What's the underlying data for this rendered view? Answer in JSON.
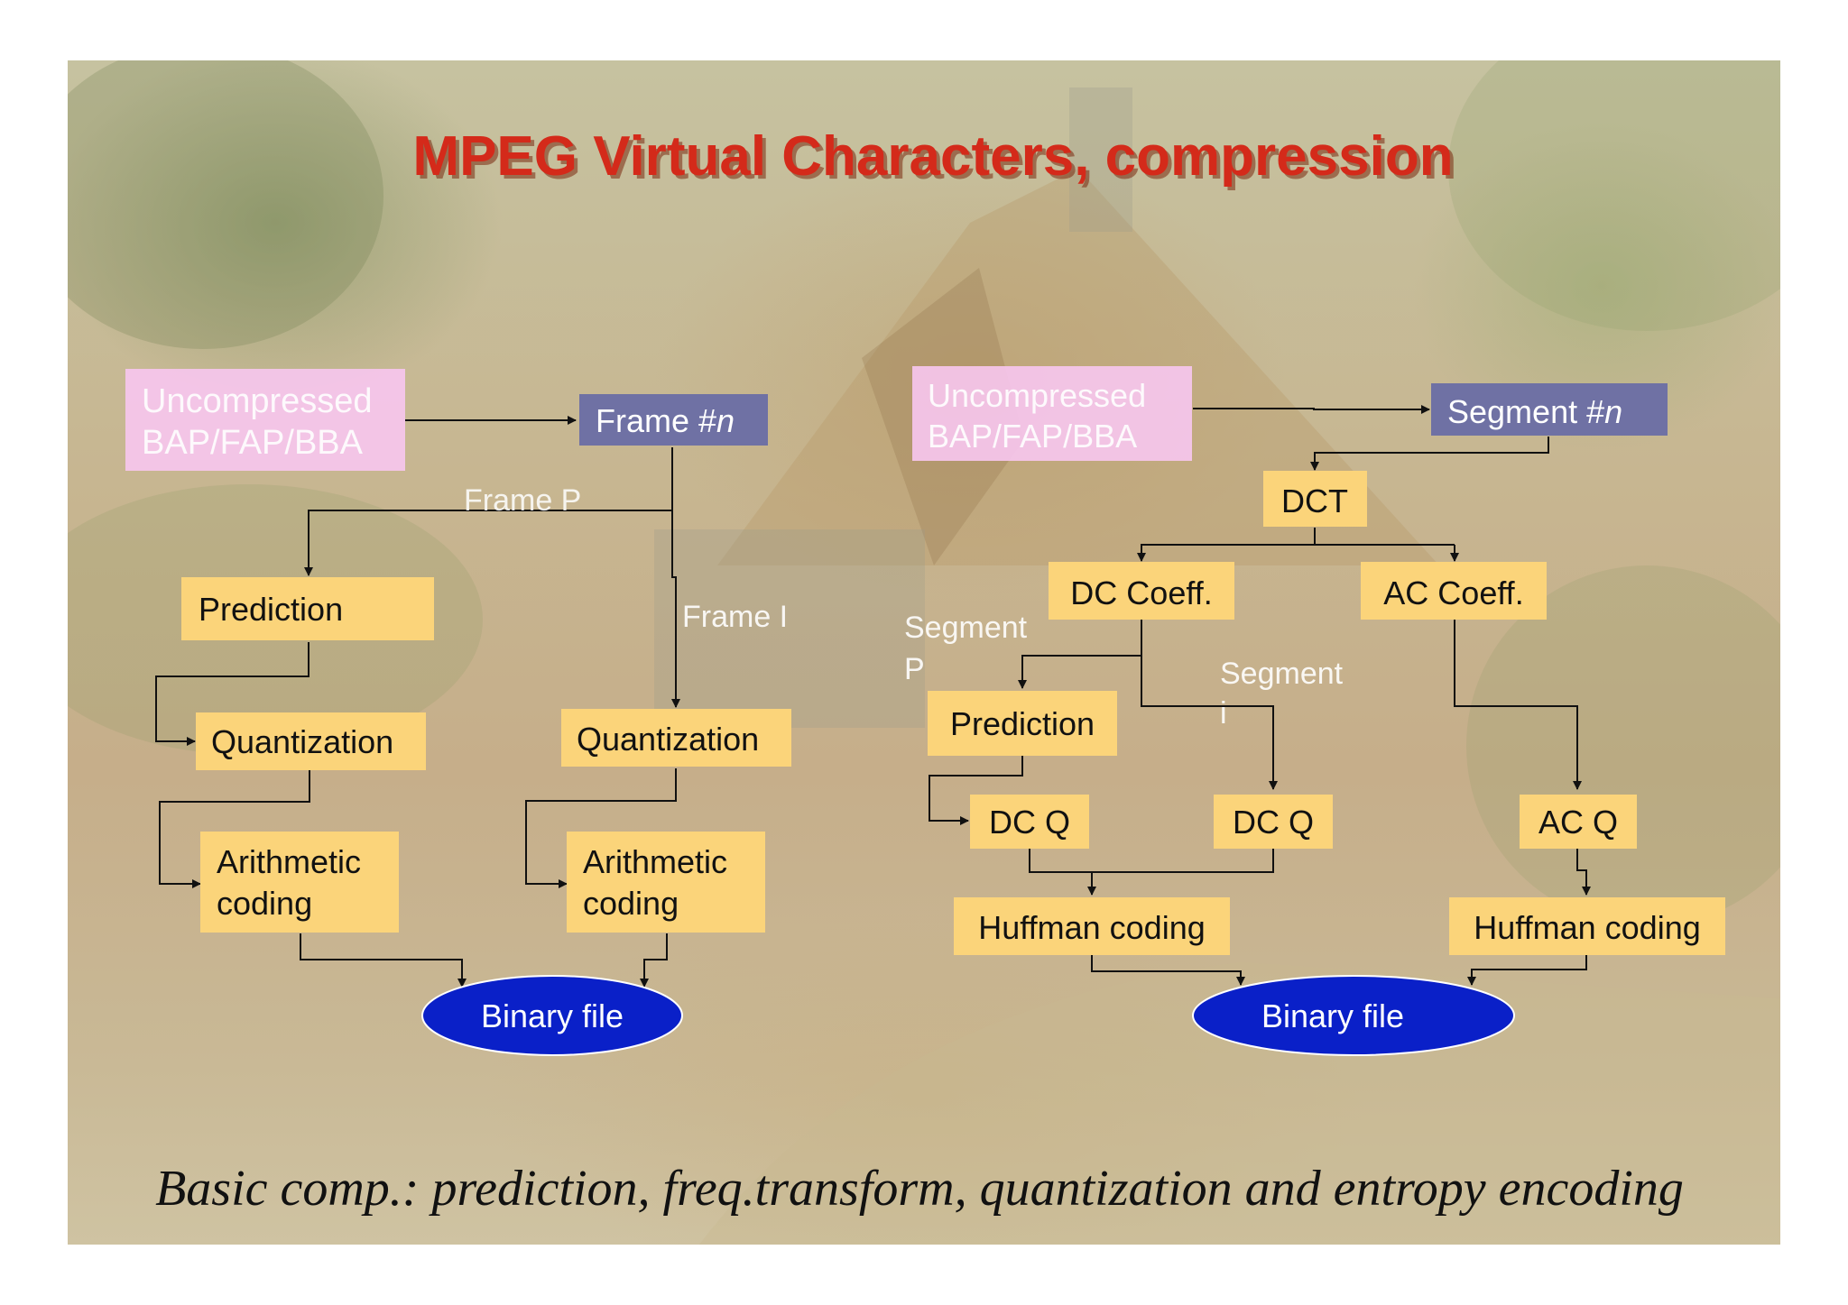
{
  "title": "MPEG Virtual Characters, compression",
  "left": {
    "source": "Uncompressed BAP/FAP/BBA",
    "source_lines": [
      "Uncompressed",
      "BAP/FAP/BBA"
    ],
    "frame_prefix": "Frame #",
    "frame_var": "n",
    "frame_p": "Frame P",
    "frame_i": "Frame I",
    "prediction": "Prediction",
    "quant_p": "Quantization",
    "quant_i": "Quantization",
    "arith_p": [
      "Arithmetic",
      "coding"
    ],
    "arith_i": [
      "Arithmetic",
      "coding"
    ],
    "binary": "Binary file"
  },
  "right": {
    "source_lines": [
      "Uncompressed",
      "BAP/FAP/BBA"
    ],
    "segment_prefix": "Segment #",
    "segment_var": "n",
    "dct": "DCT",
    "dc_coeff": "DC Coeff.",
    "ac_coeff": "AC Coeff.",
    "segment_p": [
      "Segment",
      "P"
    ],
    "segment_i": [
      "Segment",
      "i"
    ],
    "prediction": "Prediction",
    "dcq_1": "DC Q",
    "dcq_2": "DC Q",
    "acq": "AC Q",
    "huff_1": "Huffman coding",
    "huff_2": "Huffman coding",
    "binary": "Binary file"
  },
  "footer": "Basic comp.: prediction, freq.transform, quantization and entropy encoding",
  "colors": {
    "title": "#d42a1a",
    "box_fill": "#fbd47a",
    "frame_box": "#6f71a4",
    "source_box": "#f7c6ef",
    "ellipse": "#0a20c8",
    "line": "#111111"
  }
}
